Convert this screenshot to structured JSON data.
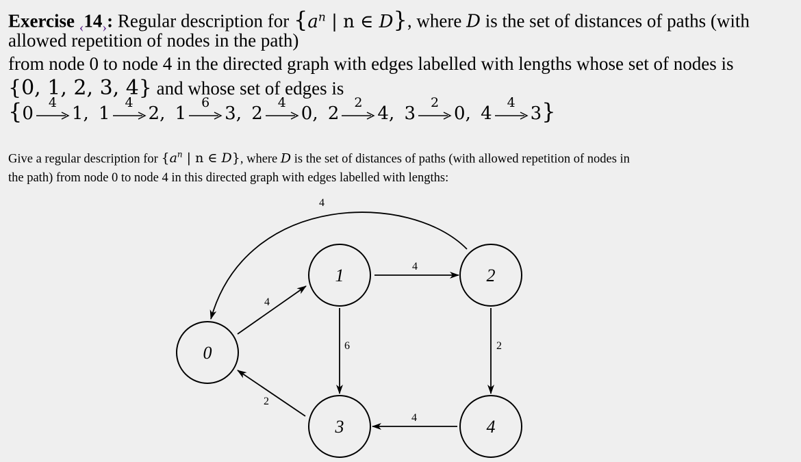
{
  "header": {
    "exercise_word": "Exercise",
    "exercise_number": "14",
    "bracket_left": "‹",
    "bracket_right": "›",
    "title_colon": ":",
    "title_rest_1": " Regular description for ",
    "title_rest_2": ", where ",
    "title_rest_3": " is the set of distances of paths (with",
    "line2": "allowed repetition of nodes in the path)",
    "line3": "from node 0 to node 4 in the directed graph with edges labelled with lengths whose set of nodes is",
    "nodes_set": "{0, 1, 2, 3, 4}",
    "line4_rest": " and whose set of edges is",
    "set_expr_a": "a",
    "set_expr_n": "n",
    "set_expr_mid": " | n ∈ ",
    "set_D": "D"
  },
  "edges": [
    {
      "from": "0",
      "len": "4",
      "to": "1"
    },
    {
      "from": "1",
      "len": "4",
      "to": "2"
    },
    {
      "from": "1",
      "len": "6",
      "to": "3"
    },
    {
      "from": "2",
      "len": "4",
      "to": "0"
    },
    {
      "from": "2",
      "len": "2",
      "to": "4"
    },
    {
      "from": "3",
      "len": "2",
      "to": "0"
    },
    {
      "from": "4",
      "len": "4",
      "to": "3"
    }
  ],
  "description": {
    "p1": "Give a regular description for ",
    "p2": ", where ",
    "p3": " is the set of distances of paths (with allowed repetition of nodes in",
    "p4": "the path) from node 0 to node 4 in this directed graph with edges labelled with lengths:"
  },
  "graph": {
    "nodes": [
      {
        "id": "0",
        "label": "0"
      },
      {
        "id": "1",
        "label": "1"
      },
      {
        "id": "2",
        "label": "2"
      },
      {
        "id": "3",
        "label": "3"
      },
      {
        "id": "4",
        "label": "4"
      }
    ],
    "edge_labels": {
      "e20": "4",
      "e01": "4",
      "e12": "4",
      "e13": "6",
      "e24": "2",
      "e30": "2",
      "e43": "4"
    }
  }
}
